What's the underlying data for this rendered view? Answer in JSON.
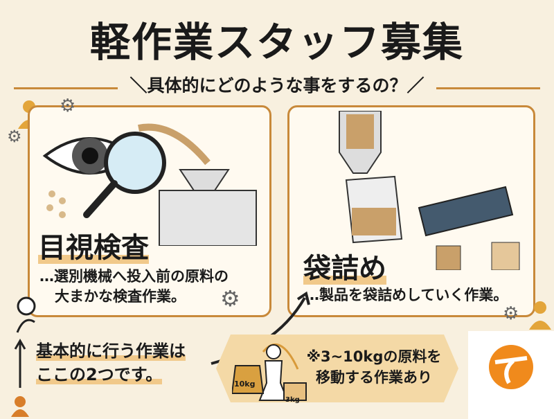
{
  "title": "軽作業スタッフ募集",
  "subtitle": "＼具体的にどのような事をするの？／",
  "panels": [
    {
      "heading": "目視検査",
      "description_line1": "…選別機械へ投入前の原料の",
      "description_line2": "大まかな検査作業。"
    },
    {
      "heading": "袋詰め",
      "description_line1": "…製品を袋詰めしていく作業。"
    }
  ],
  "note": {
    "line1": "基本的に行う作業は",
    "line2": "ここの2つです。"
  },
  "weight_info": {
    "line1": "※3~10kgの原料を",
    "line2": "移動する作業あり",
    "weight_large": "10kg",
    "weight_small": "3kg"
  },
  "colors": {
    "accent": "#c8893a",
    "background": "#f8f0df",
    "logo": "#f08a1c"
  }
}
